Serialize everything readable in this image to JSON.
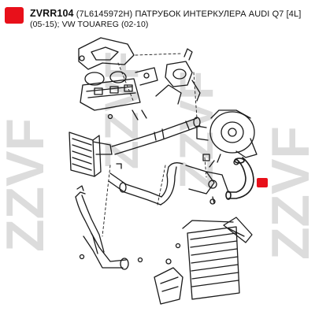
{
  "header": {
    "part_code": "ZVRR104",
    "oem_number": "(7L6145972H)",
    "description_line1": "ПАТРУБОК ИНТЕРКУЛЕРА AUDI Q7 [4L]",
    "description_line2": "(05-15); VW TOUAREG (02-10)"
  },
  "watermark": {
    "text": "ZZVF"
  },
  "marker": {
    "color": "#e8101a"
  },
  "colors": {
    "brand_red": "#e8101a",
    "line": "#222222",
    "watermark": "#d9d9d9"
  }
}
